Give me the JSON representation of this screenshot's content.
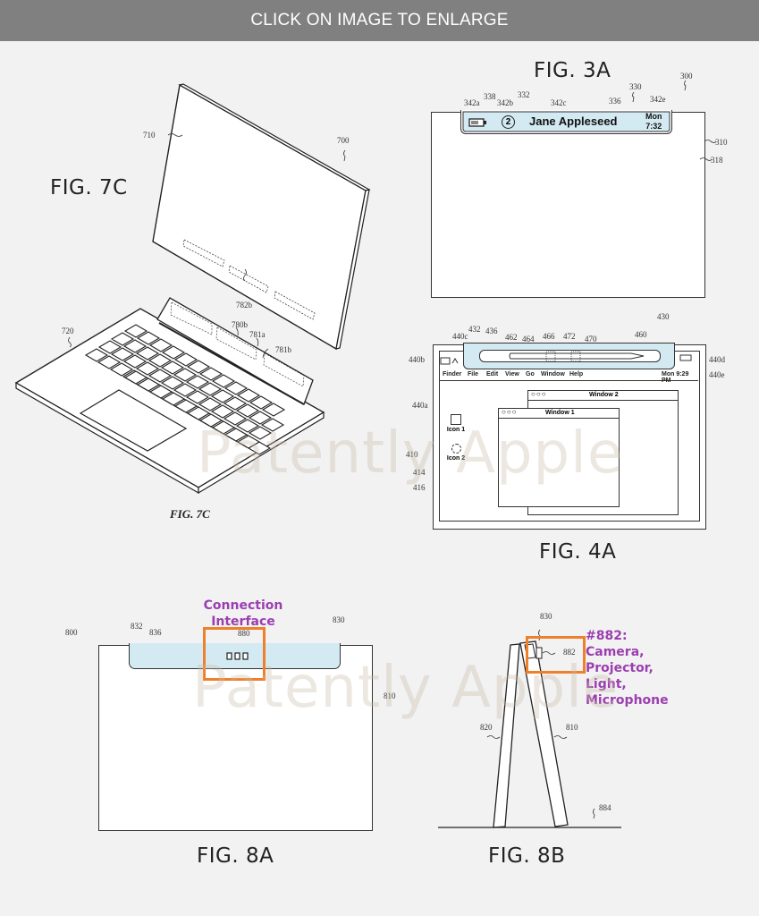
{
  "banner": {
    "label": "CLICK ON IMAGE TO ENLARGE"
  },
  "watermarks": [
    "Patently Apple",
    "Patently Apple"
  ],
  "figures": {
    "fig7c": {
      "title": "FIG. 7C",
      "caption": "FIG. 7C",
      "refs": {
        "r700": "700",
        "r710": "710",
        "r720": "720",
        "r782b": "782b",
        "r780b": "780b",
        "r781a": "781a",
        "r781b": "781b"
      }
    },
    "fig3a": {
      "title": "FIG. 3A",
      "refs": {
        "r300": "300",
        "r310": "310",
        "r318": "318",
        "r330": "330",
        "r332": "332",
        "r336": "336",
        "r338": "338",
        "r342a": "342a",
        "r342b": "342b",
        "r342c": "342c",
        "r342e": "342e"
      },
      "status_bar": {
        "badge": "2",
        "name": "Jane Appleseed",
        "day": "Mon",
        "time": "7:32"
      },
      "colors": {
        "bar_fill": "#d4eaf2"
      }
    },
    "fig4a": {
      "title": "FIG. 4A",
      "refs": {
        "r410": "410",
        "r414": "414",
        "r416": "416",
        "r430": "430",
        "r432": "432",
        "r436": "436",
        "r440a": "440a",
        "r440b": "440b",
        "r440c": "440c",
        "r440d": "440d",
        "r440e": "440e",
        "r460": "460",
        "r462": "462",
        "r464": "464",
        "r466": "466",
        "r470": "470",
        "r472": "472"
      },
      "menu": [
        "Finder",
        "File",
        "Edit",
        "View",
        "Go",
        "Window",
        "Help"
      ],
      "clock": "Mon 9:29 PM",
      "windows": [
        {
          "title": "Window 2"
        },
        {
          "title": "Window 1"
        }
      ],
      "icons": [
        {
          "label": "Icon 1"
        },
        {
          "label": "Icon 2"
        }
      ]
    },
    "fig8a": {
      "title": "FIG. 8A",
      "refs": {
        "r800": "800",
        "r810": "810",
        "r830": "830",
        "r832": "832",
        "r836": "836",
        "r880": "880"
      },
      "annotation": [
        "Connection",
        "Interface"
      ],
      "highlight_color": "#f07f2a"
    },
    "fig8b": {
      "title": "FIG. 8B",
      "refs": {
        "r810": "810",
        "r820": "820",
        "r830": "830",
        "r882": "882",
        "r884": "884"
      },
      "annotation": [
        "#882:",
        "Camera,",
        "Projector,",
        "Light,",
        "Microphone"
      ],
      "highlight_color": "#f07f2a"
    }
  }
}
